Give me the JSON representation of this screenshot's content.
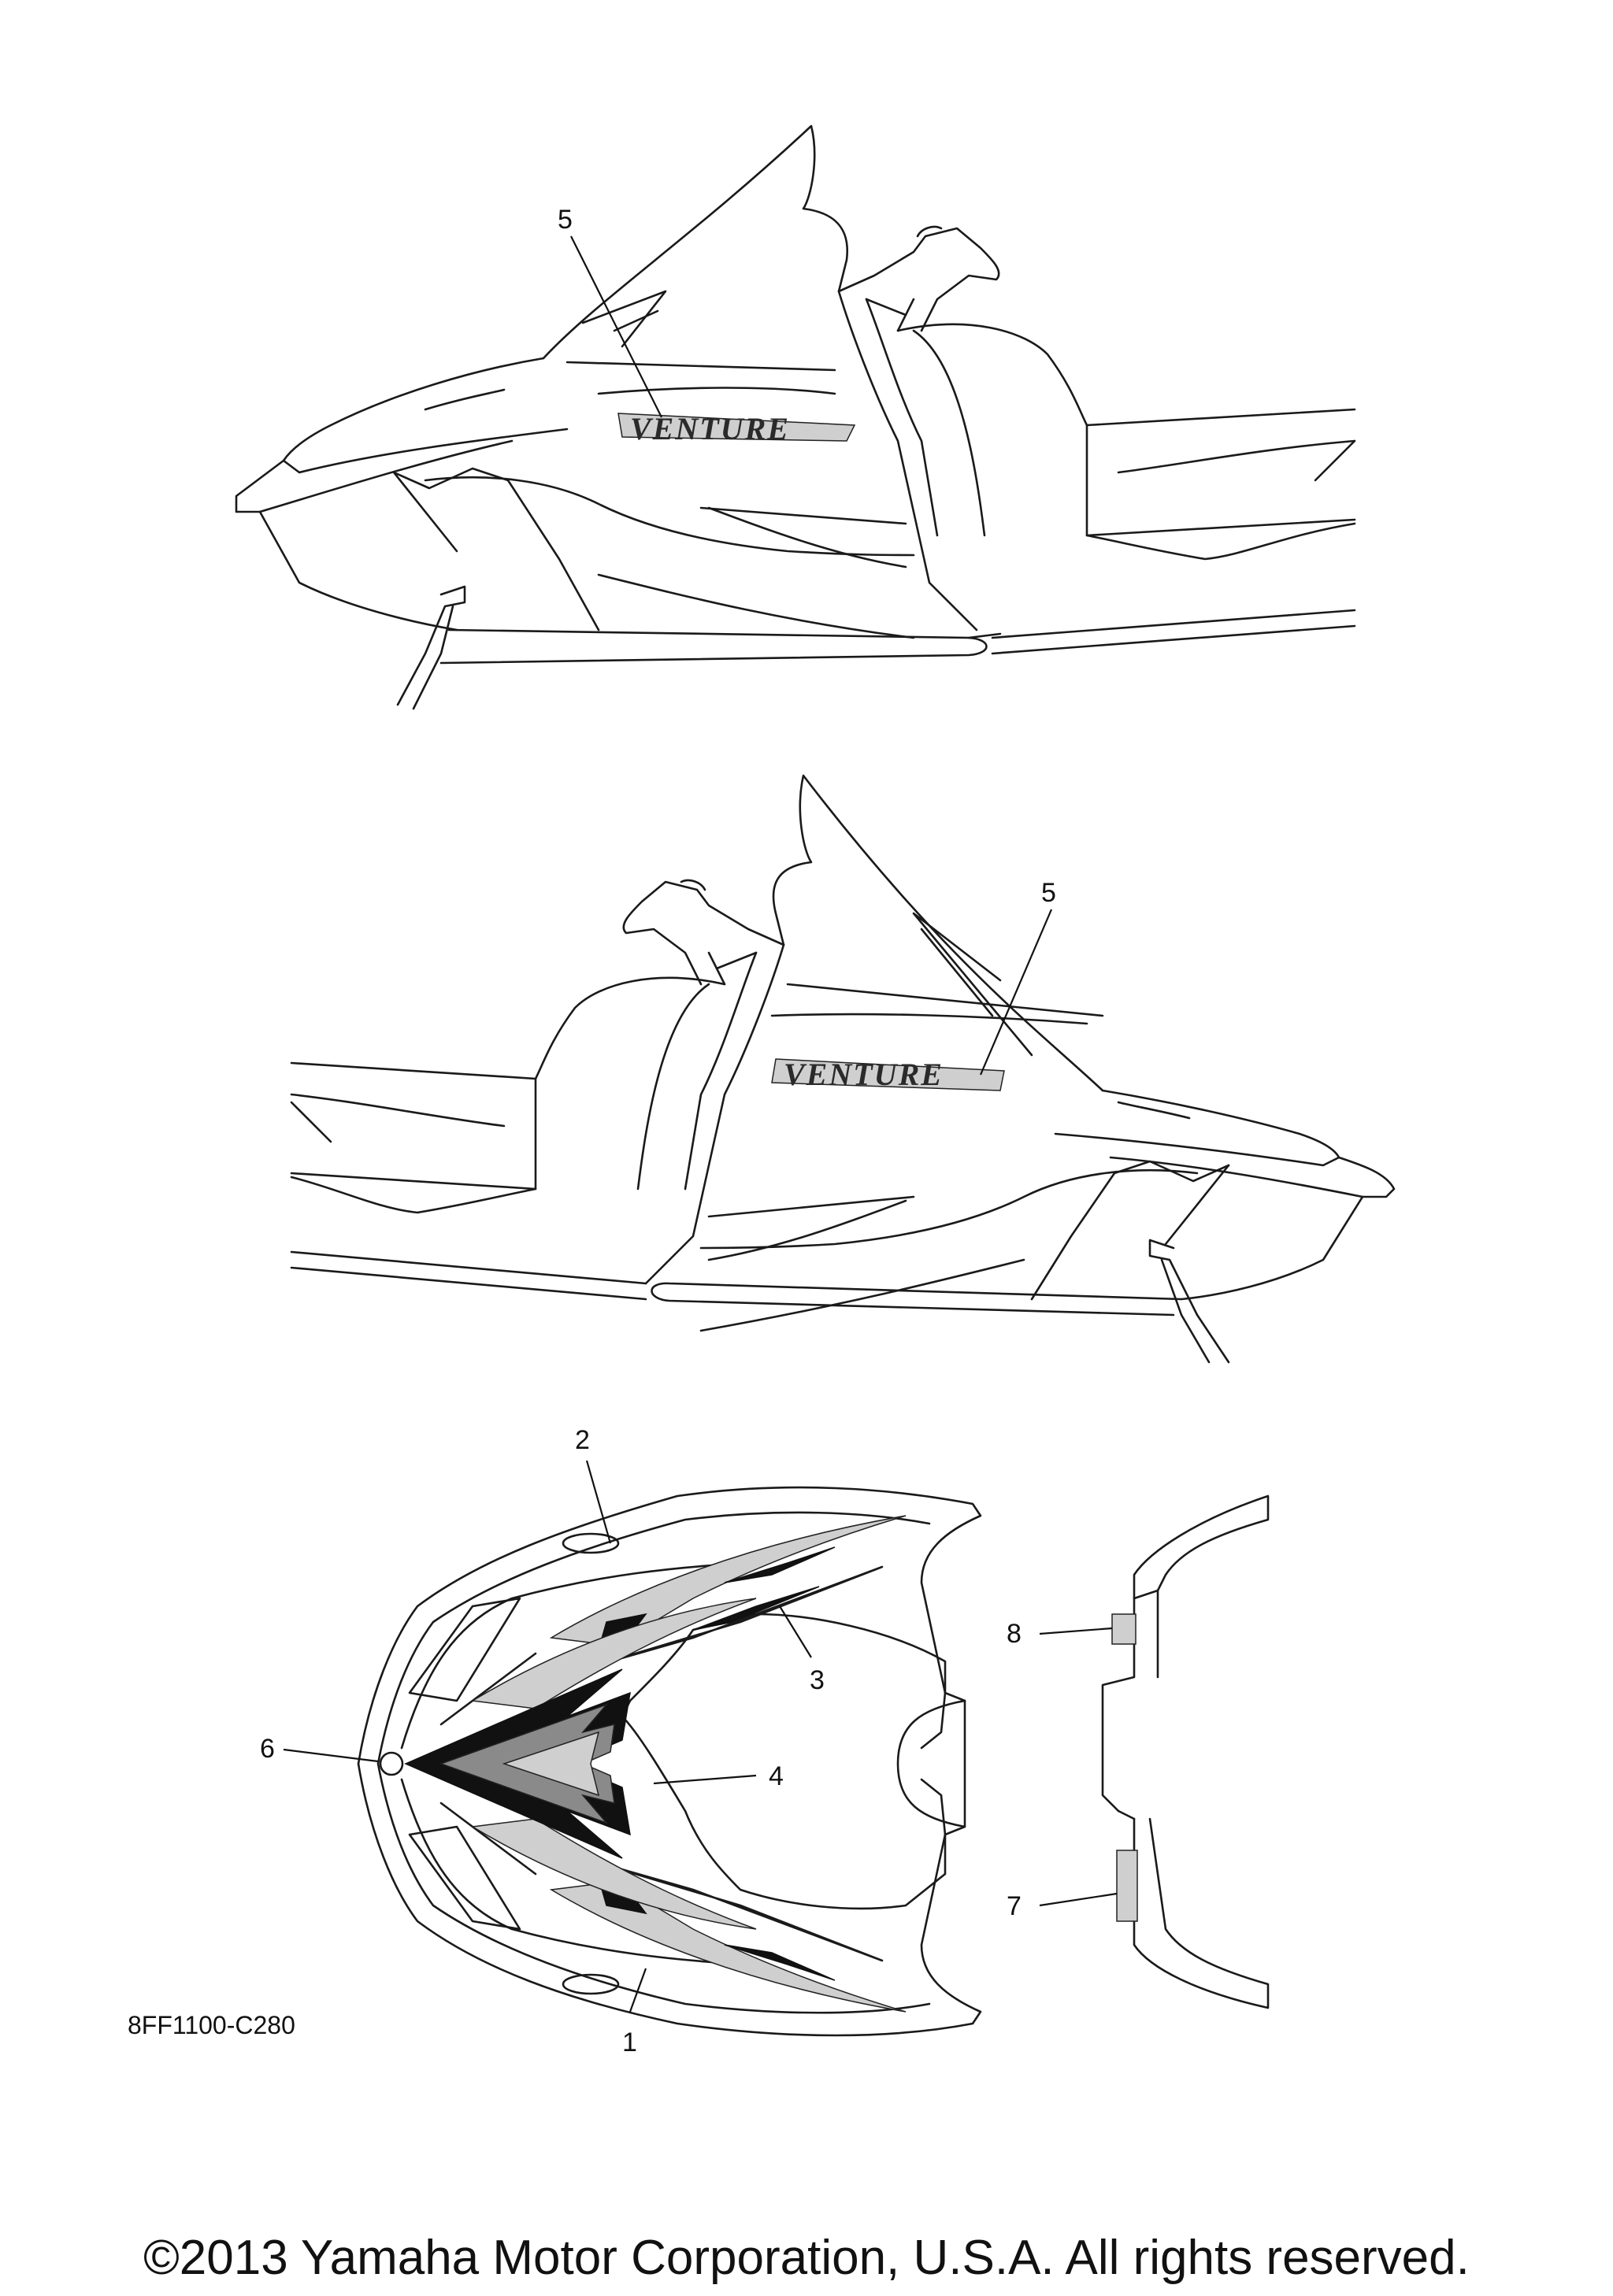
{
  "callouts": {
    "view1": {
      "c5": "5"
    },
    "view2": {
      "c5": "5"
    },
    "view3": {
      "c1": "1",
      "c2": "2",
      "c3": "3",
      "c4": "4",
      "c6": "6",
      "c7": "7",
      "c8": "8"
    }
  },
  "badge_text": "VENTURE",
  "diagram_code": "8FF1100-C280",
  "copyright": "©2013 Yamaha Motor Corporation, U.S.A. All rights reserved."
}
